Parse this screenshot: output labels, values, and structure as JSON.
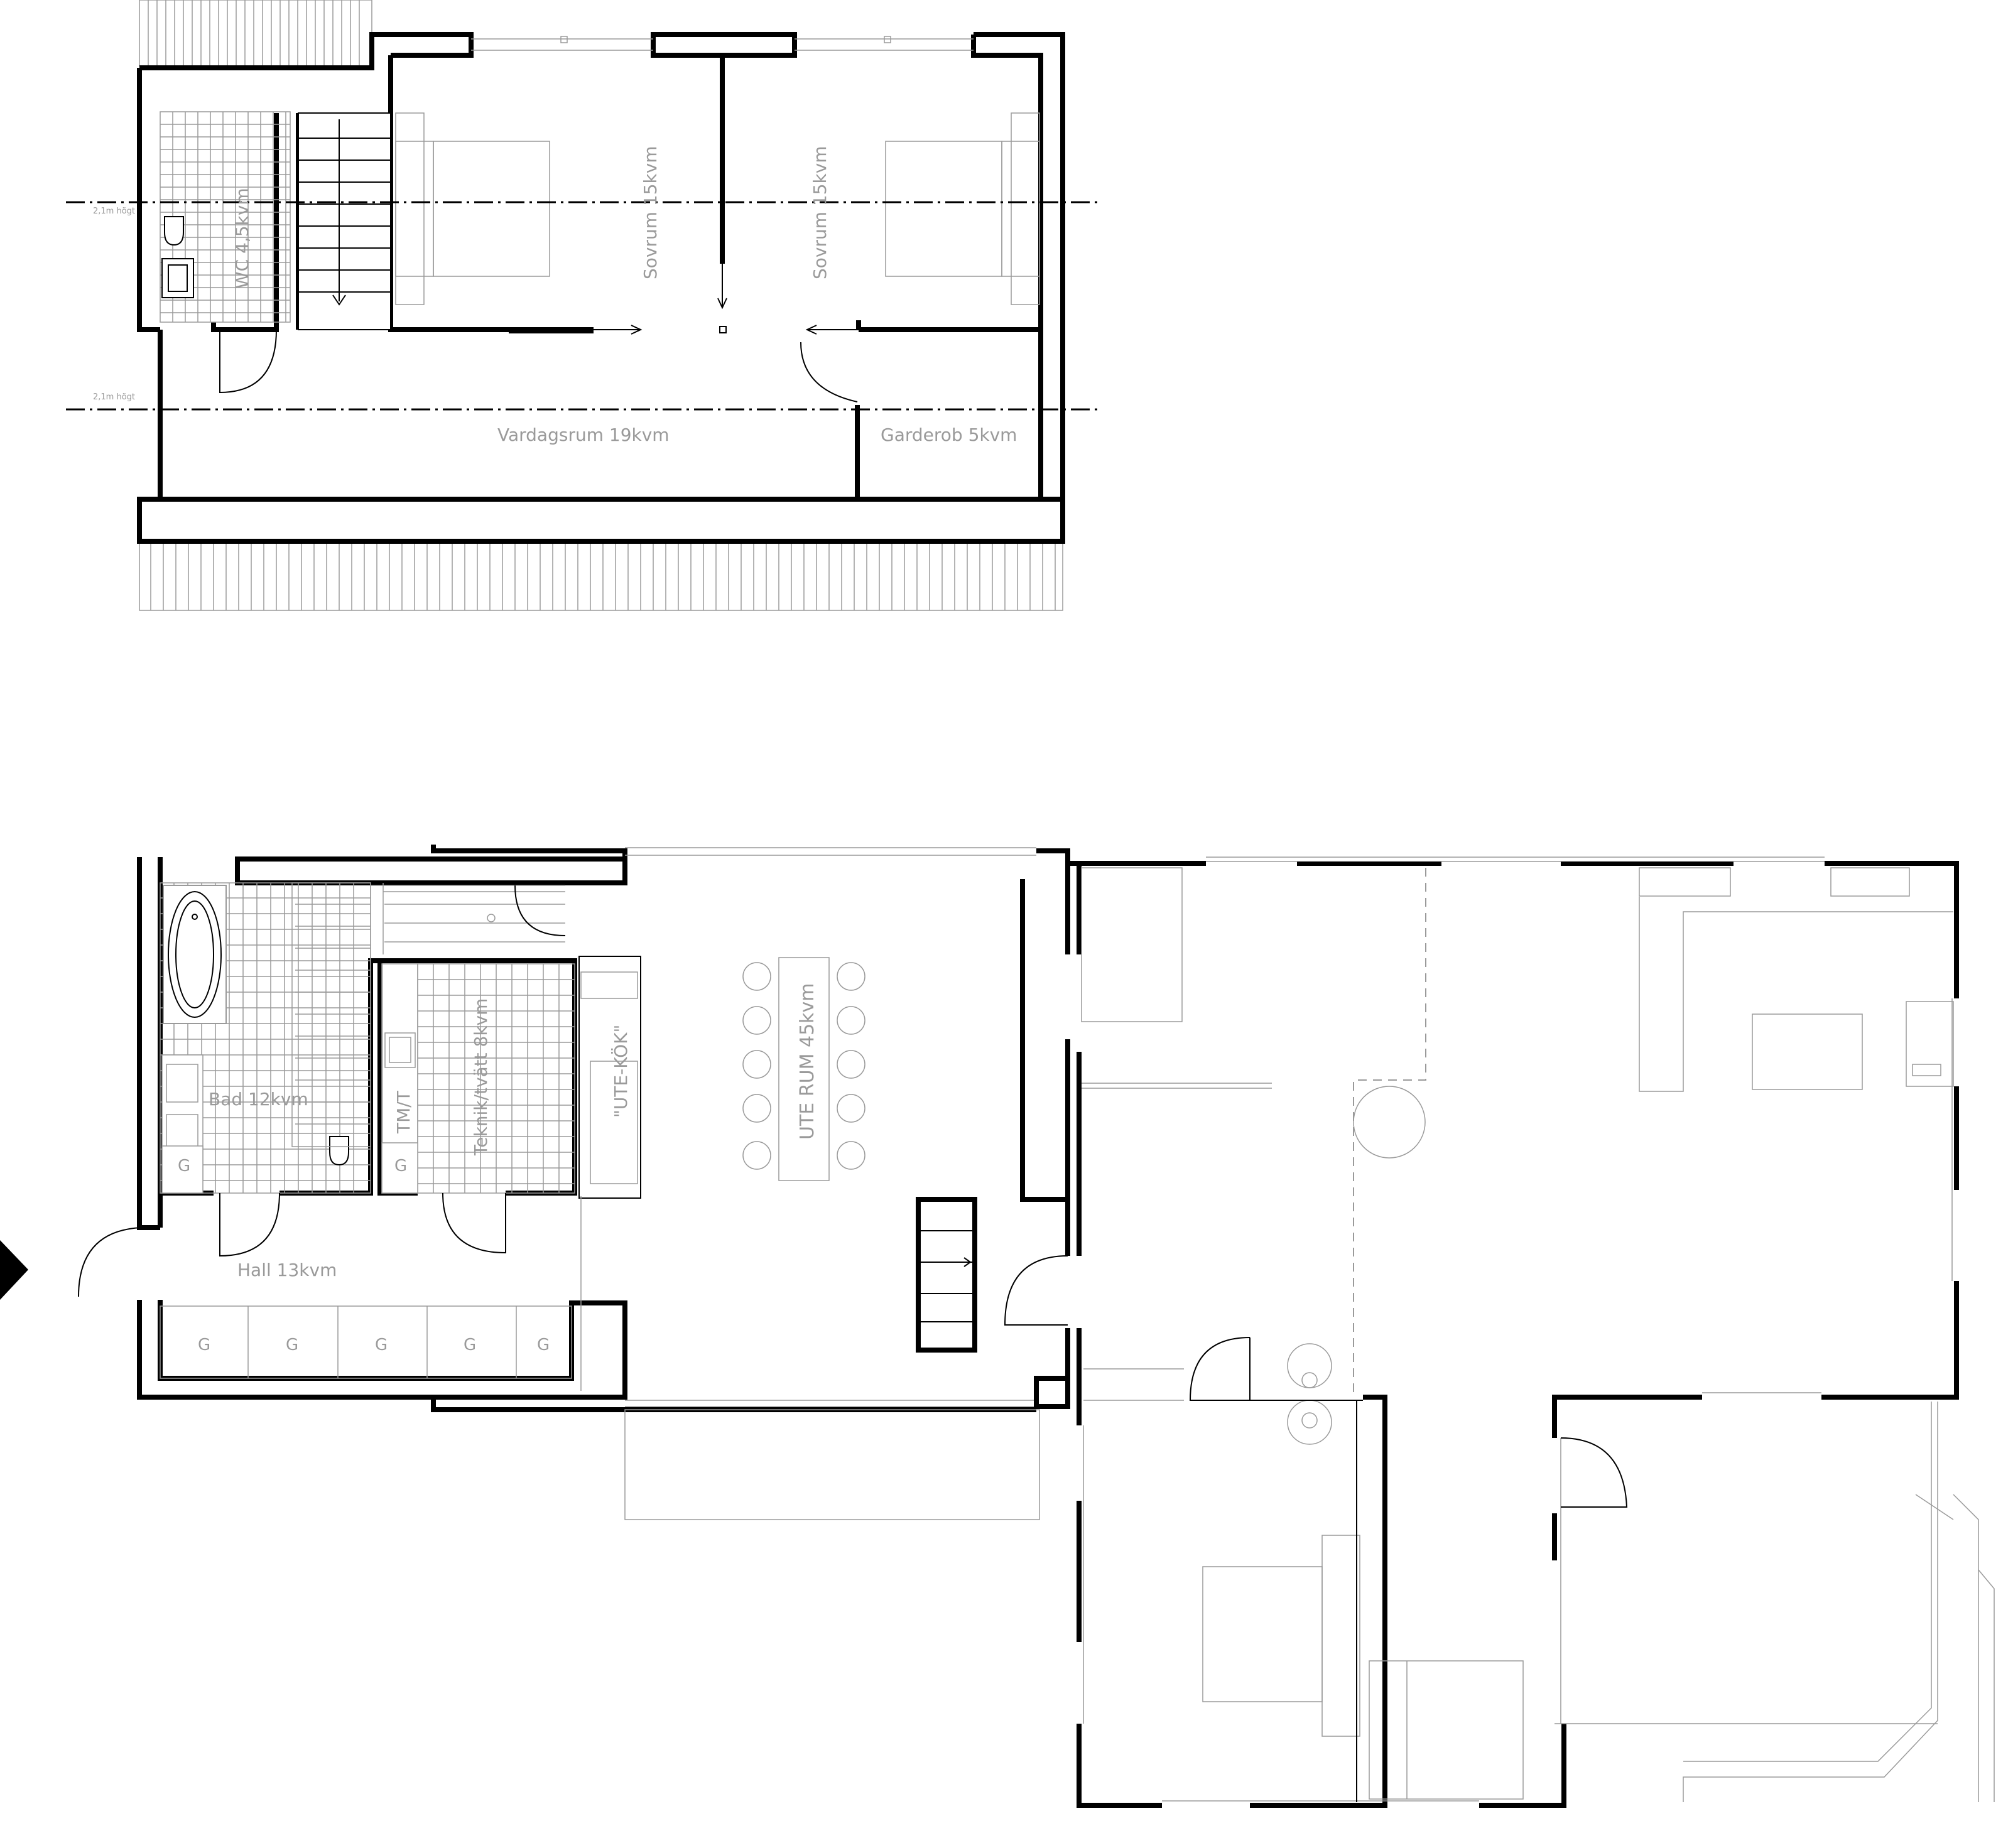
{
  "colors": {
    "wall": "#000000",
    "detail": "#9a9a9a",
    "background": "#ffffff"
  },
  "upper_floor": {
    "height_marks": [
      "2,1m högt",
      "2,1m högt"
    ],
    "rooms": {
      "wc": "WC 4,5kvm",
      "sovrum_1": "Sovrum 15kvm",
      "sovrum_2": "Sovrum 15kvm",
      "vardagsrum": "Vardagsrum 19kvm",
      "garderob": "Garderob 5kvm"
    }
  },
  "ground_floor": {
    "rooms": {
      "bad": "Bad 12kvm",
      "teknik": "Teknik/tvätt 8kvm",
      "ute_kok": "\"UTE-KÖK\"",
      "ute_rum": "UTE RUM 45kvm",
      "hall": "Hall 13kvm",
      "tm": "TM/T"
    },
    "storage_label": "G",
    "hall_storage": [
      "G",
      "G",
      "G",
      "G",
      "G"
    ],
    "bath_storage": "G",
    "tech_storage": "G"
  },
  "entrance_marker_icon": "triangle-arrow"
}
